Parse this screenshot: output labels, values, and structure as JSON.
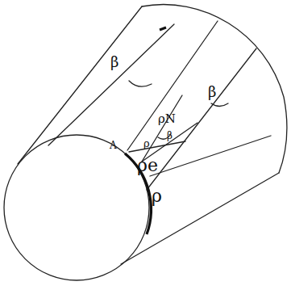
{
  "diagram": {
    "labels": [
      "β",
      "β",
      "ρN",
      "A",
      "ρ",
      "β",
      "ρe",
      "ρ"
    ]
  }
}
